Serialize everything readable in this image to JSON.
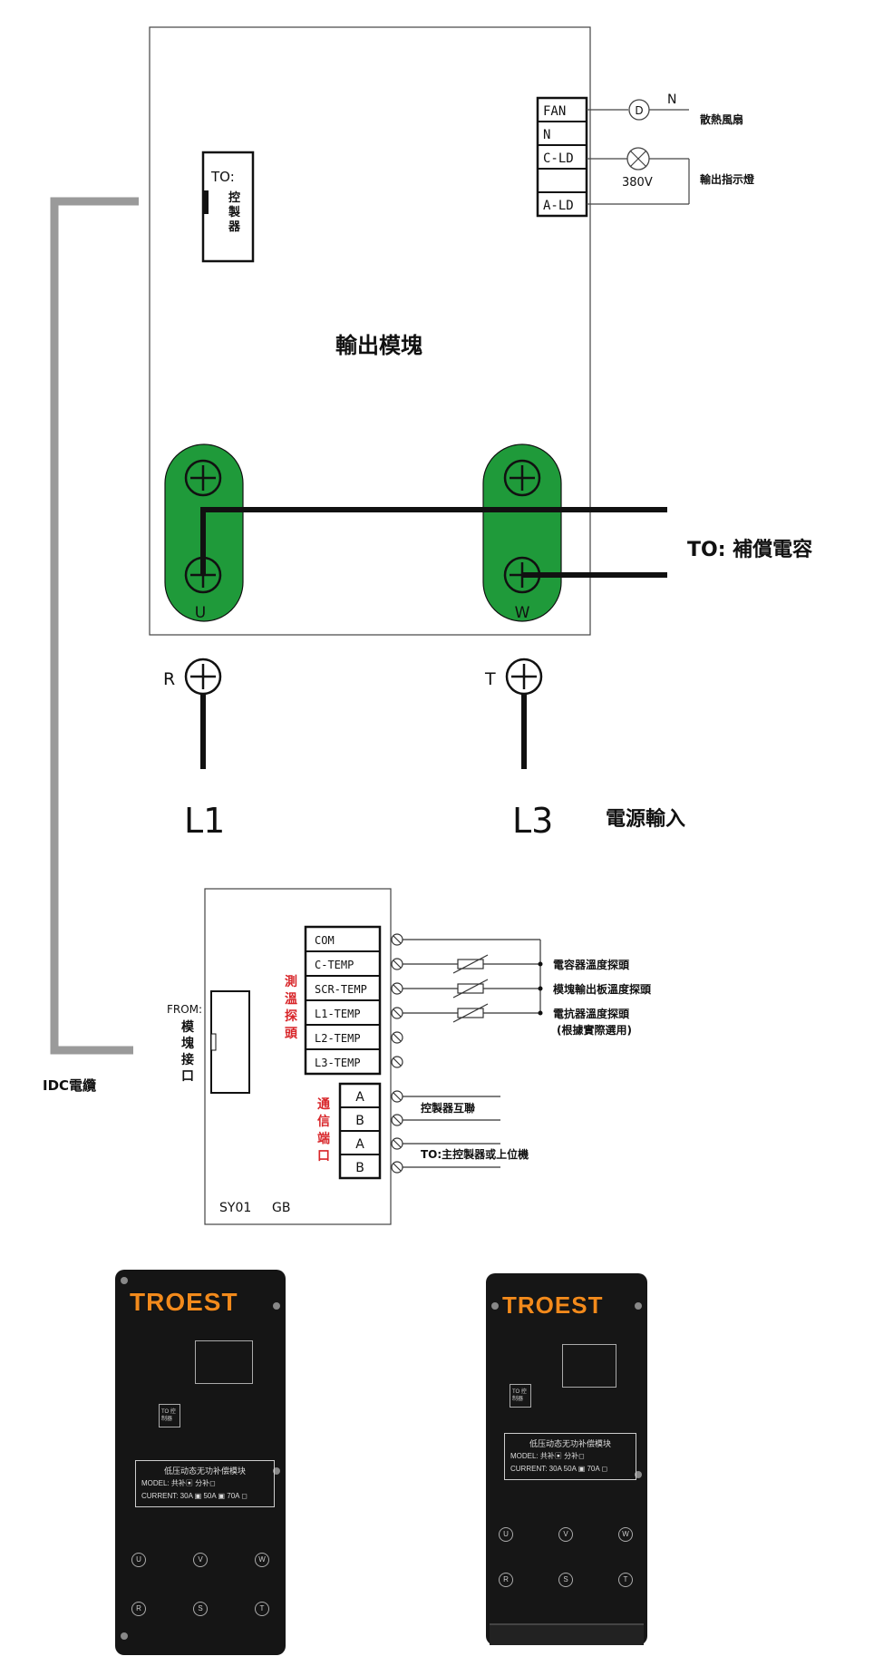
{
  "module": {
    "title": "輸出模塊",
    "controller_ref": {
      "to": "TO:",
      "name": "控製器"
    },
    "fan_terminals": [
      "FAN",
      "N",
      "C-LD",
      "",
      "A-LD"
    ],
    "fan_symbol": "D",
    "n_label": "N",
    "fan_desc": "散熱風扇",
    "voltage": "380V",
    "indicator_desc": "輸出指示燈",
    "terminal_u": "U",
    "terminal_w": "W",
    "capacitor_label": "TO: 補償電容"
  },
  "power": {
    "r_label": "R",
    "t_label": "T",
    "l1": "L1",
    "l3": "L3",
    "input_label": "電源輸入"
  },
  "idc_label": "IDC電纜",
  "board": {
    "from_label": "FROM:",
    "from_name": "模塊接口",
    "temp_group_label": "測溫探頭",
    "temp_terminals": [
      "COM",
      "C-TEMP",
      "SCR-TEMP",
      "L1-TEMP",
      "L2-TEMP",
      "L3-TEMP"
    ],
    "comm_group_label": "通信端口",
    "comm_terminals": [
      "A",
      "B",
      "A",
      "B"
    ],
    "probe_labels": [
      "電容器溫度探頭",
      "模塊輸出板溫度探頭",
      "電抗器溫度探頭",
      "(根據實際選用)"
    ],
    "comm_desc_1": "控製器互聯",
    "comm_desc_2": "TO:主控製器或上位機",
    "model": "SY01",
    "standard": "GB"
  },
  "devices": [
    {
      "brand": "TROEST",
      "label_title": "低压动态无功补偿模块",
      "label_model": "MODEL: 共补▣  分补◻",
      "label_current": "CURRENT: 30A ▣  50A ▣  70A ◻",
      "to_text": "TO 控制器",
      "knobs": [
        "U",
        "V",
        "W",
        "R",
        "S",
        "T"
      ]
    },
    {
      "brand": "TROEST",
      "label_title": "低压动态无功补偿模块",
      "label_model": "MODEL: 共补▣  分补◻",
      "label_current": "CURRENT: 30A  50A ▣  70A ◻",
      "to_text": "TO 控制器",
      "knobs": [
        "U",
        "V",
        "W",
        "R",
        "S",
        "T"
      ]
    }
  ],
  "colors": {
    "terminal_green": "#1f9a3a",
    "accent_red": "#d8262a",
    "brand_orange": "#f28a1c",
    "cable_gray": "#9a9a9a"
  }
}
